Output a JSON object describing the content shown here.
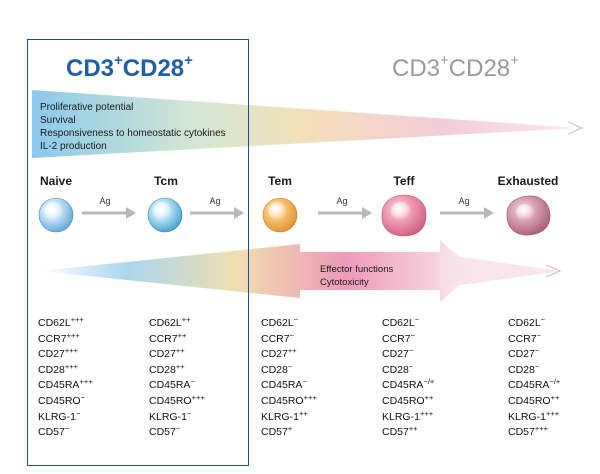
{
  "title_left": {
    "base1": "CD3",
    "sup1": "+",
    "base2": "CD28",
    "sup2": "+"
  },
  "title_right": {
    "base1": "CD3",
    "sup1": "+",
    "base2": "CD28",
    "sup2": "+"
  },
  "properties": [
    "Proliferative potential",
    "Survival",
    "Responsiveness to homeostatic cytokines",
    "IL-2 production"
  ],
  "effector": [
    "Effector functions",
    "Cytotoxicity"
  ],
  "ag_label": "Ag",
  "cells": [
    {
      "name": "Naive",
      "color": "#9fd0ee"
    },
    {
      "name": "Tcm",
      "color": "#86cbe8"
    },
    {
      "name": "Tem",
      "color": "#f2b24e"
    },
    {
      "name": "Teff",
      "color": "#e58aa2"
    },
    {
      "name": "Exhausted",
      "color": "#cf93a7"
    }
  ],
  "markers": [
    [
      [
        "CD62L",
        "+++"
      ],
      [
        "CCR7",
        "+++"
      ],
      [
        "CD27",
        "+++"
      ],
      [
        "CD28",
        "+++"
      ],
      [
        "CD45RA",
        "+++"
      ],
      [
        "CD45RO",
        "−"
      ],
      [
        "KLRG-1",
        "−"
      ],
      [
        "CD57",
        "−"
      ]
    ],
    [
      [
        "CD62L",
        "++"
      ],
      [
        "CCR7",
        "++"
      ],
      [
        "CD27",
        "++"
      ],
      [
        "CD28",
        "++"
      ],
      [
        "CD45RA",
        "−"
      ],
      [
        "CD45RO",
        "+++"
      ],
      [
        "KLRG-1",
        "−"
      ],
      [
        "CD57",
        "−"
      ]
    ],
    [
      [
        "CD62L",
        "−"
      ],
      [
        "CCR7",
        "−"
      ],
      [
        "CD27",
        "++"
      ],
      [
        "CD28",
        "−"
      ],
      [
        "CD45RA",
        "−"
      ],
      [
        "CD45RO",
        "+++"
      ],
      [
        "KLRG-1",
        "++"
      ],
      [
        "CD57",
        "+"
      ]
    ],
    [
      [
        "CD62L",
        "−"
      ],
      [
        "CCR7",
        "−"
      ],
      [
        "CD27",
        "−"
      ],
      [
        "CD28",
        "−"
      ],
      [
        "CD45RA",
        "−/+"
      ],
      [
        "CD45RO",
        "++"
      ],
      [
        "KLRG-1",
        "+++"
      ],
      [
        "CD57",
        "++"
      ]
    ],
    [
      [
        "CD62L",
        "−"
      ],
      [
        "CCR7",
        "−"
      ],
      [
        "CD27",
        "−"
      ],
      [
        "CD28",
        "−"
      ],
      [
        "CD45RA",
        "−/+"
      ],
      [
        "CD45RO",
        "++"
      ],
      [
        "KLRG-1",
        "+++"
      ],
      [
        "CD57",
        "+++"
      ]
    ]
  ]
}
